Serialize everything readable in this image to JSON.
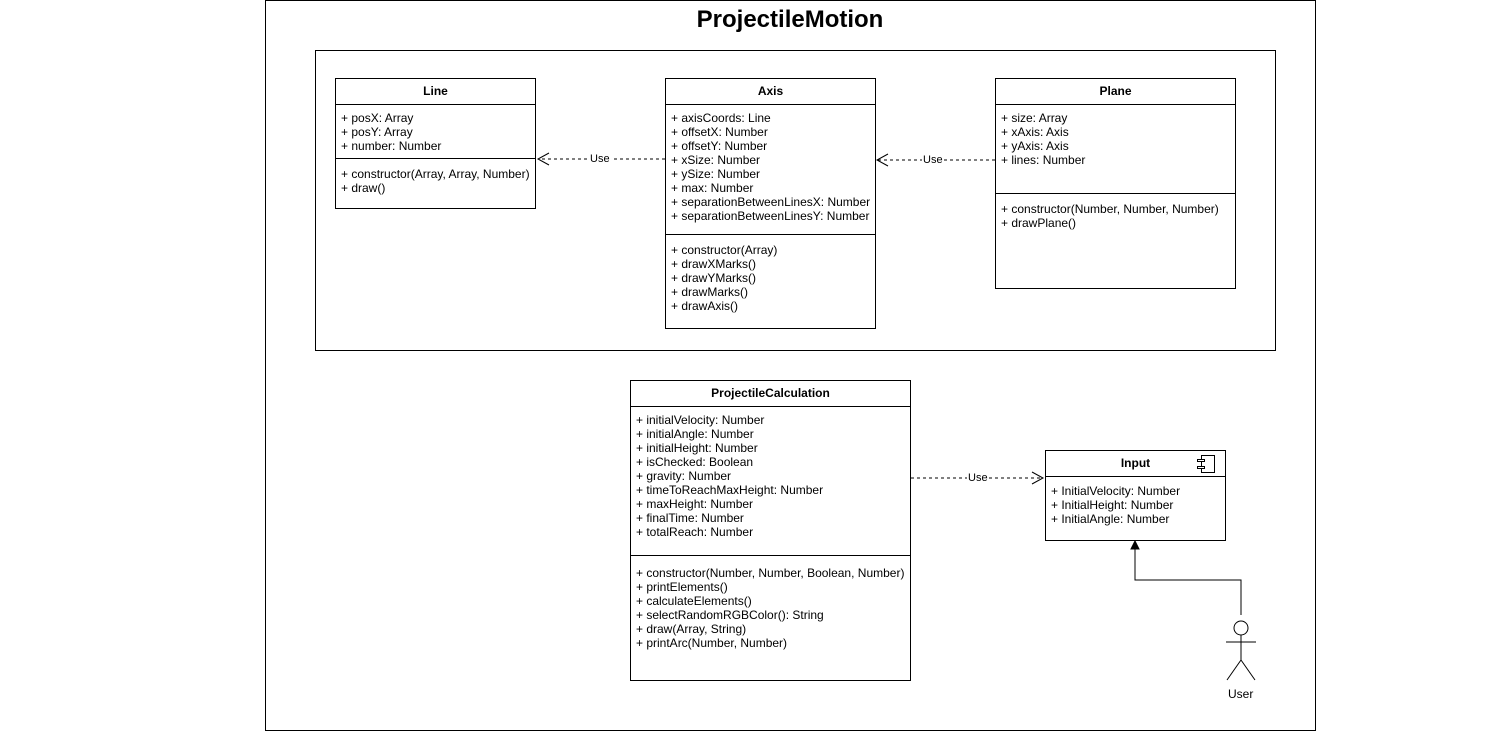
{
  "diagram": {
    "title": "ProjectileMotion",
    "classes": {
      "line": {
        "name": "Line",
        "attributes": [
          "+ posX: Array",
          "+ posY: Array",
          "+ number: Number"
        ],
        "operations": [
          "+ constructor(Array, Array, Number)",
          "+ draw()"
        ]
      },
      "axis": {
        "name": "Axis",
        "attributes": [
          "+ axisCoords: Line",
          "+ offsetX: Number",
          "+ offsetY: Number",
          "+ xSize: Number",
          "+ ySize: Number",
          "+ max: Number",
          "+ separationBetweenLinesX: Number",
          "+ separationBetweenLinesY: Number"
        ],
        "operations": [
          "+ constructor(Array)",
          "+ drawXMarks()",
          "+ drawYMarks()",
          "+ drawMarks()",
          "+ drawAxis()"
        ]
      },
      "plane": {
        "name": "Plane",
        "attributes": [
          "+ size: Array",
          "+ xAxis: Axis",
          "+ yAxis: Axis",
          "+ lines: Number"
        ],
        "operations": [
          "+ constructor(Number, Number, Number)",
          "+ drawPlane()"
        ]
      },
      "projectile": {
        "name": "ProjectileCalculation",
        "attributes": [
          "+ initialVelocity: Number",
          "+ initialAngle: Number",
          "+ initialHeight: Number",
          "+ isChecked: Boolean",
          "+ gravity: Number",
          "+ timeToReachMaxHeight: Number",
          "+ maxHeight: Number",
          "+ finalTime: Number",
          "+ totalReach: Number"
        ],
        "operations": [
          "+ constructor(Number, Number, Boolean, Number)",
          "+ printElements()",
          "+ calculateElements()",
          "+ selectRandomRGBColor(): String",
          "+ draw(Array, String)",
          "+ printArc(Number, Number)"
        ]
      },
      "input": {
        "name": "Input",
        "icon": "component-icon",
        "attributes": [
          "+ InitialVelocity: Number",
          "+ InitialHeight: Number",
          "+ InitialAngle: Number"
        ]
      }
    },
    "edges": {
      "axis_to_line": "Use",
      "plane_to_axis": "Use",
      "projectile_to_input": "Use"
    },
    "actor": {
      "label": "User"
    }
  }
}
